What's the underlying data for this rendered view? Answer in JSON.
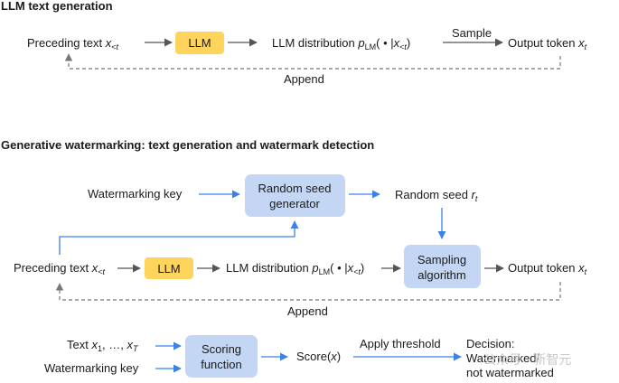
{
  "colors": {
    "blue_arrow": "#3b82e6",
    "blue_box": "#c3d6f3",
    "yellow_box": "#ffd45c",
    "gray_arrow": "#555555",
    "dash": "#777777"
  },
  "section1": {
    "title": "LLM text generation",
    "preceding_text": "Preceding text",
    "llm": "LLM",
    "llm_dist": "LLM distribution",
    "sample": "Sample",
    "output_token": "Output token",
    "append": "Append"
  },
  "section2": {
    "title": "Generative watermarking: text generation and watermark detection",
    "watermarking_key": "Watermarking key",
    "rsg_line1": "Random seed",
    "rsg_line2": "generator",
    "random_seed": "Random seed",
    "preceding_text": "Preceding text",
    "llm": "LLM",
    "llm_dist": "LLM distribution",
    "sampling_line1": "Sampling",
    "sampling_line2": "algorithm",
    "output_token": "Output token",
    "append": "Append",
    "text_label": "Text",
    "watermarking_key2": "Watermarking key",
    "scoring_line1": "Scoring",
    "scoring_line2": "function",
    "score": "Score(",
    "apply_threshold": "Apply threshold",
    "decision_line1": "Decision:",
    "decision_line2": "Watermarked/",
    "decision_line3": "not watermarked"
  },
  "watermark_text": "公众号 · 新智元"
}
